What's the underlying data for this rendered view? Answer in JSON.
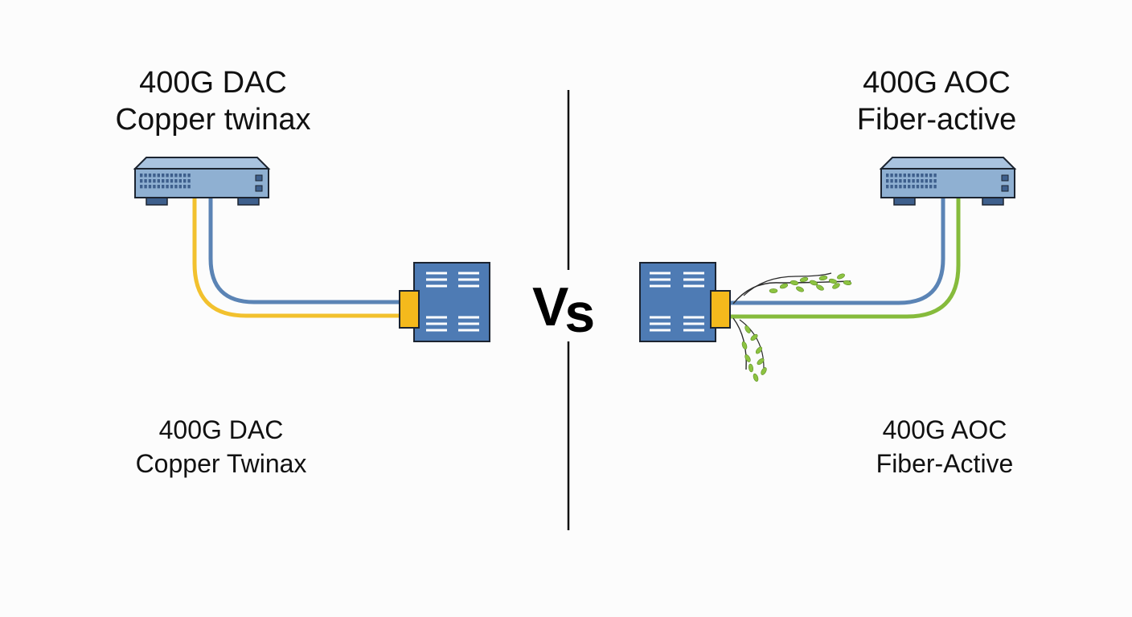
{
  "colors": {
    "switch_fill": "#8fb0d2",
    "switch_port": "#3e5f8c",
    "module_fill": "#4e7bb4",
    "connector": "#f4b91c",
    "copper_wire": "#f2c12e",
    "signal_wire": "#5b84b5",
    "fiber_wire": "#86bb3c",
    "leaf": "#8dc341",
    "outline": "#1c2430",
    "divider": "#111111"
  },
  "dac": {
    "top_title": "400G DAC",
    "top_subtitle": "Copper twinax",
    "bottom_title": "400G DAC",
    "bottom_subtitle": "Copper Twinax",
    "switch_icon": "network-switch-icon",
    "module_icon": "transceiver-module-icon"
  },
  "aoc": {
    "top_title": "400G AOC",
    "top_subtitle": "Fiber-active",
    "bottom_title": "400G AOC",
    "bottom_subtitle": "Fiber-Active",
    "switch_icon": "network-switch-icon",
    "module_icon": "transceiver-module-icon",
    "decoration_icon": "vine-leaves-icon"
  },
  "versus": {
    "v": "V",
    "s": "s"
  }
}
